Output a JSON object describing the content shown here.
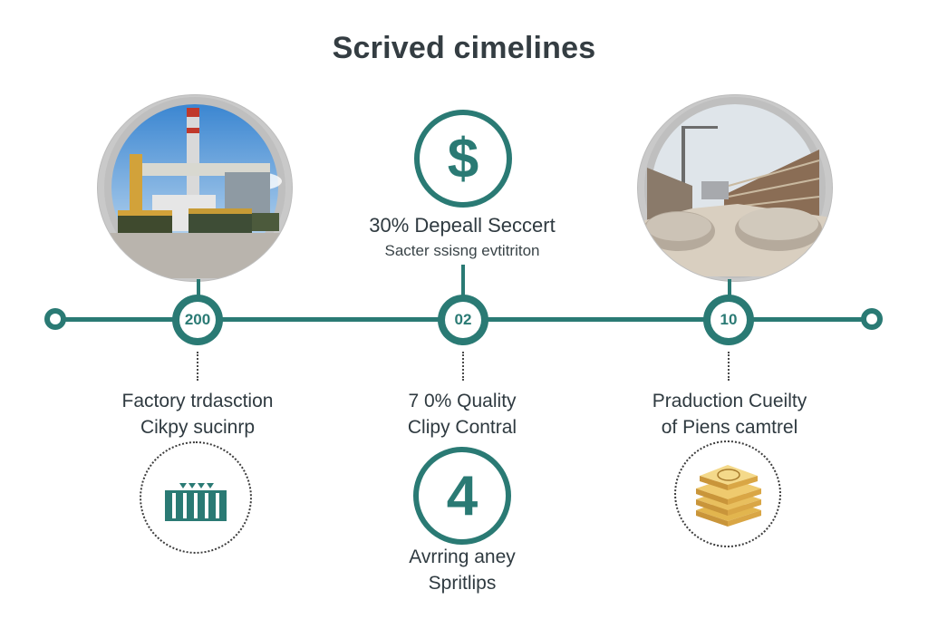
{
  "title": "Scrived cimelines",
  "milestones": [
    {
      "node_label": "200",
      "caption_line1": "Factory trdasction",
      "caption_line2": "Cikpy sucinrp",
      "photo": "factory-photo",
      "icon": "container-icon"
    },
    {
      "node_label": "02",
      "top_icon_glyph": "$",
      "top_heading": "30% Depeall Seccert",
      "top_subheading": "Sacter ssisng evtitriton",
      "caption_line1": "7 0% Quality",
      "caption_line2": "Clipy Contral",
      "bottom_icon_glyph": "4",
      "bottom_line1": "Avrring aney",
      "bottom_line2": "Spritlips"
    },
    {
      "node_label": "10",
      "caption_line1": "Praduction Cueilty",
      "caption_line2": "of Piens camtrel",
      "photo": "warehouse-photo",
      "icon": "stacked-coins-icon"
    }
  ],
  "colors": {
    "accent": "#2a7a74",
    "text": "#2f3a40"
  }
}
